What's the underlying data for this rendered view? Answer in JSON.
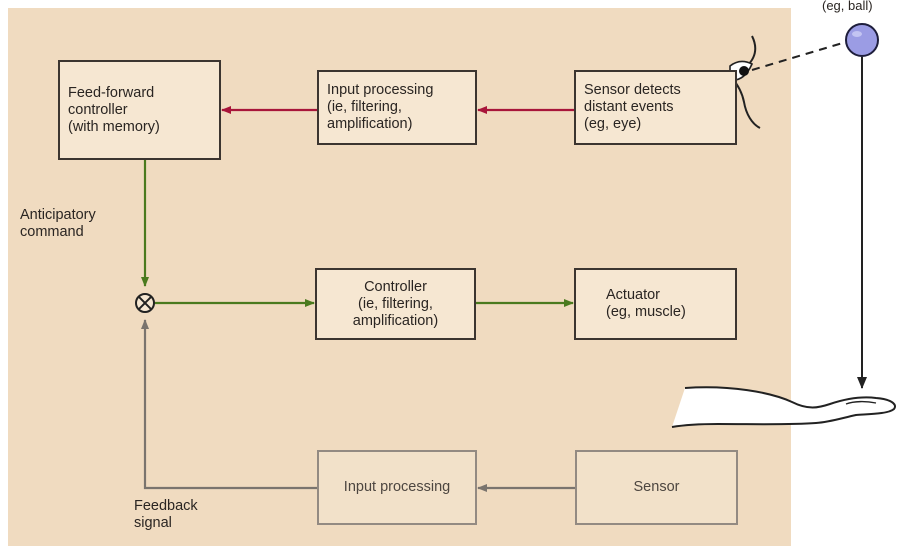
{
  "object_label": "(eg, ball)",
  "boxes": {
    "feedforward_controller": [
      "Feed-forward",
      "controller",
      "(with memory)"
    ],
    "input_processing_top": [
      "Input processing",
      "(ie, filtering,",
      "amplification)"
    ],
    "sensor_distant": [
      "Sensor detects",
      "distant events",
      "(eg, eye)"
    ],
    "controller": [
      "Controller",
      "(ie, filtering,",
      "amplification)"
    ],
    "actuator": [
      "Actuator",
      "(eg, muscle)"
    ],
    "input_processing_bottom": [
      "Input processing"
    ],
    "sensor": [
      "Sensor"
    ]
  },
  "labels": {
    "anticipatory_command": [
      "Anticipatory",
      "command"
    ],
    "feedback_signal": [
      "Feedback",
      "signal"
    ]
  },
  "colors": {
    "background": "#f0dbc0",
    "feedforward_arrow": "#a8153a",
    "command_arrow": "#4a7a1e",
    "feedback_arrow": "#7a746e",
    "ball": "#9b9ce4"
  }
}
